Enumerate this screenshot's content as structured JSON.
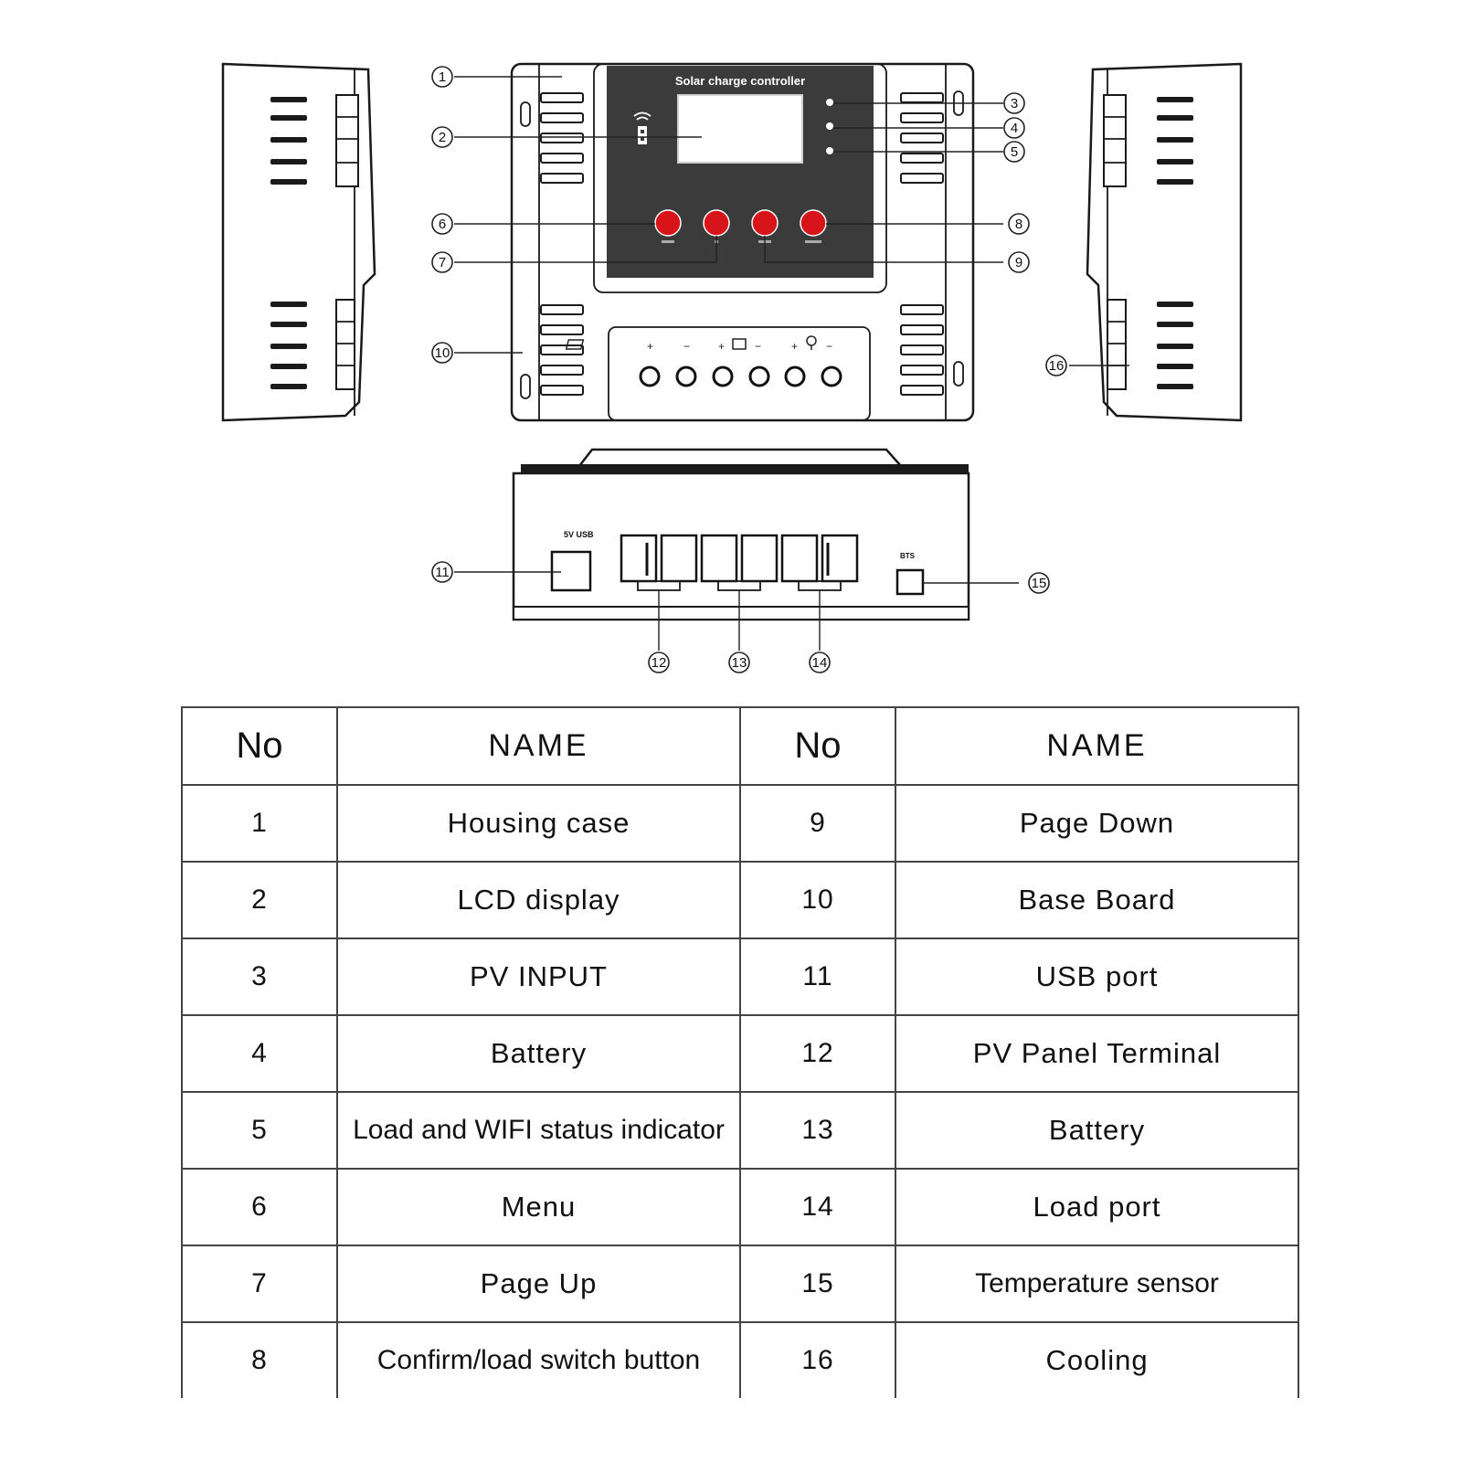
{
  "device": {
    "lcd_header": "Solar charge controller",
    "usb_label": "5V USB",
    "sensor_label": "BTS"
  },
  "callouts": [
    "1",
    "2",
    "3",
    "4",
    "5",
    "6",
    "7",
    "8",
    "9",
    "10",
    "11",
    "12",
    "13",
    "14",
    "15",
    "16"
  ],
  "table": {
    "headers": [
      "No",
      "NAME",
      "No",
      "NAME"
    ],
    "rows": [
      {
        "no_left": "1",
        "name_left": "Housing case",
        "no_right": "9",
        "name_right": "Page Down"
      },
      {
        "no_left": "2",
        "name_left": "LCD display",
        "no_right": "10",
        "name_right": "Base Board"
      },
      {
        "no_left": "3",
        "name_left": "PV INPUT",
        "no_right": "11",
        "name_right": "USB port"
      },
      {
        "no_left": "4",
        "name_left": "Battery",
        "no_right": "12",
        "name_right": "PV Panel Terminal"
      },
      {
        "no_left": "5",
        "name_left": "Load and WIFI status indicator",
        "no_right": "13",
        "name_right": "Battery"
      },
      {
        "no_left": "6",
        "name_left": "Menu",
        "no_right": "14",
        "name_right": "Load port"
      },
      {
        "no_left": "7",
        "name_left": "Page Up",
        "no_right": "15",
        "name_right": "Temperature sensor"
      },
      {
        "no_left": "8",
        "name_left": "Confirm/load switch button",
        "no_right": "16",
        "name_right": "Cooling"
      }
    ]
  },
  "colors": {
    "button_red": "#d8141b",
    "panel_dark": "#3b3b3b",
    "line": "#1a1a1a"
  }
}
